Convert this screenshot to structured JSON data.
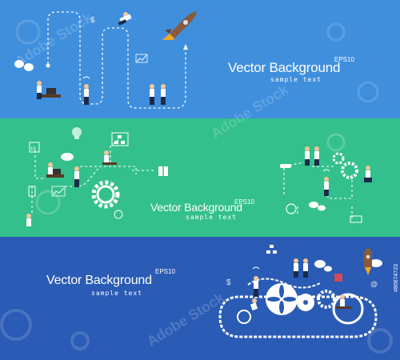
{
  "banner1": {
    "title": "Vector Background",
    "eps": "EPS10",
    "sample": "sample text"
  },
  "banner2": {
    "title": "Vector Background",
    "eps": "EPS10",
    "sample": "sample text"
  },
  "banner3": {
    "title": "Vector Background",
    "eps": "EPS10",
    "sample": "sample text"
  },
  "watermark": "Adobe Stock",
  "stock_id": "#80674723",
  "icons": {
    "calendar_day": "15",
    "colors": {
      "band1": "#3f8fdd",
      "band2": "#33c08c",
      "band3": "#2a5bb5",
      "rocket_flame": "#f5a623",
      "rocket_body": "#8a5a3c"
    }
  }
}
